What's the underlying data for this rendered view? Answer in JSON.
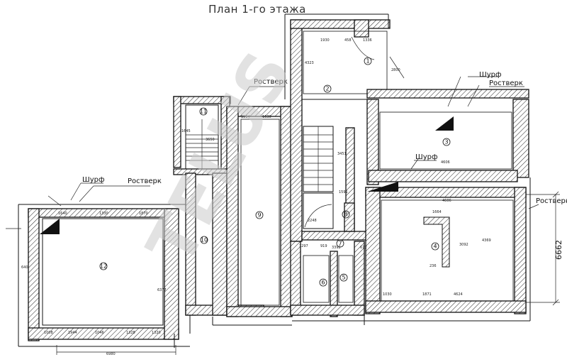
{
  "title": "План 1-го этажа",
  "labels": {
    "rostverk": "Ростверк",
    "shurf": "Шурф"
  },
  "rooms": [
    "1",
    "2",
    "3",
    "4",
    "5",
    "6",
    "7",
    "8",
    "9",
    "10",
    "11",
    "12"
  ],
  "overall_dimension": "6662",
  "watermark": "TELUS",
  "dims": {
    "d1930": "1930",
    "d458": "458",
    "d1336": "1336",
    "d4323": "4323",
    "d2800": "2800",
    "d3451": "3451",
    "d1591": "1591",
    "d1591b": "1591",
    "d4606": "4606",
    "d4606b": "4606",
    "d4369": "4369",
    "d1664": "1664",
    "d3092": "3092",
    "d236": "236",
    "d1871": "1871",
    "d1030": "1030",
    "d4624": "4624",
    "d1297": "1297",
    "d919": "919",
    "d3392": "3392",
    "d672": "672",
    "d2248": "2248",
    "d5": "5",
    "d6": "6",
    "d1645": "1645",
    "d3650": "3650",
    "d1640": "1640",
    "d1330": "1330",
    "d1870": "1870",
    "d1944": "1944",
    "d1328": "1328",
    "d640": "640",
    "d6980": "6980",
    "d6377": "6377",
    "d1008": "1008",
    "d1046": "1046",
    "d1594": "1594",
    "d1630": "1630",
    "d1320": "1320"
  }
}
